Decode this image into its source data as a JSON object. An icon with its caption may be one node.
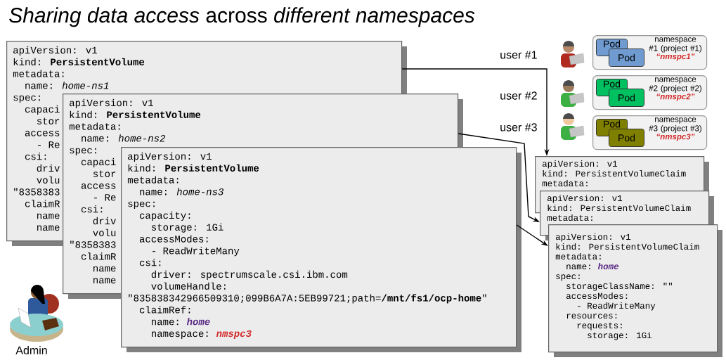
{
  "diagram": {
    "title": "*Sharing data access* across *different namespaces*",
    "nodes": [
      {
        "text": [
          "apiVersion: v1",
          "kind: **PersistentVolume**",
          "metadata:",
          "name: *home-ns1*",
          "spec:",
          "capaci",
          "stor",
          "access",
          "- Re",
          "csi:",
          "driv",
          "volu",
          "\"8358383",
          "claimR",
          "name",
          "name"
        ]
      },
      {
        "text": [
          "apiVersion: v1",
          "kind: **PersistentVolume**",
          "metadata:",
          "name: *home-ns2*",
          "spec:",
          "capaci",
          "stor",
          "access",
          "- Re",
          "csi:",
          "driv",
          "volu",
          "\"8358383",
          "claimR",
          "name",
          "name"
        ]
      },
      {
        "text": [
          "apiVersion: v1",
          "kind: **PersistentVolume**",
          "metadata:",
          "name: *home-ns3*",
          "spec:",
          "capacity:",
          "storage: 1Gi",
          "accessModes:",
          "- ReadWriteMany",
          "csi:",
          "driver: spectrumscale.csi.ibm.com",
          "volumeHandle:",
          "\"835838342966509310;099B6A7A:5EB99721;path=**/mnt/fs1/ocp-home**\"",
          "claimRef:",
          "name:",
          "home",
          "namespace:",
          "nmspc3"
        ]
      },
      {
        "text": [
          "namespace #1 (project #1)",
          "“nmspc1”"
        ]
      },
      {
        "text": [
          "Pod"
        ],
        "in": 3
      },
      {
        "text": [
          "Pod"
        ],
        "in": 3
      },
      {
        "text": [
          "namespace #2 (project #2)",
          "“nmspc2”"
        ]
      },
      {
        "text": [
          "Pod"
        ],
        "in": 6
      },
      {
        "text": [
          "Pod"
        ],
        "in": 6
      },
      {
        "text": [
          "namespace #3 (project #3)",
          "“nmspc3”"
        ]
      },
      {
        "text": [
          "Pod"
        ],
        "in": 9
      },
      {
        "text": [
          "Pod"
        ],
        "in": 9
      },
      {
        "text": [
          "apiVersion: v1",
          "kind: PersistentVolumeClaim",
          "metadata:"
        ]
      },
      {
        "text": [
          "apiVersion: v1",
          "kind: PersistentVolumeClaim",
          "metadata:"
        ]
      },
      {
        "text": [
          "apiVersion: v1",
          "kind: PersistentVolumeClaim",
          "metadata:",
          "name:",
          "home",
          "spec:",
          "storageClassName: \"\"",
          "accessModes:",
          "- ReadWriteMany",
          "resources:",
          "requests:",
          "storage: 1Gi"
        ]
      }
    ],
    "edges": [
      {
        "from": 0,
        "to": 12,
        "arrow": "to"
      },
      {
        "from": 1,
        "to": 13,
        "arrow": "to"
      },
      {
        "from": 2,
        "to": 14,
        "arrow": "to"
      }
    ],
    "labels": [
      "user #1",
      "user #2",
      "user #3",
      "Admin"
    ]
  }
}
